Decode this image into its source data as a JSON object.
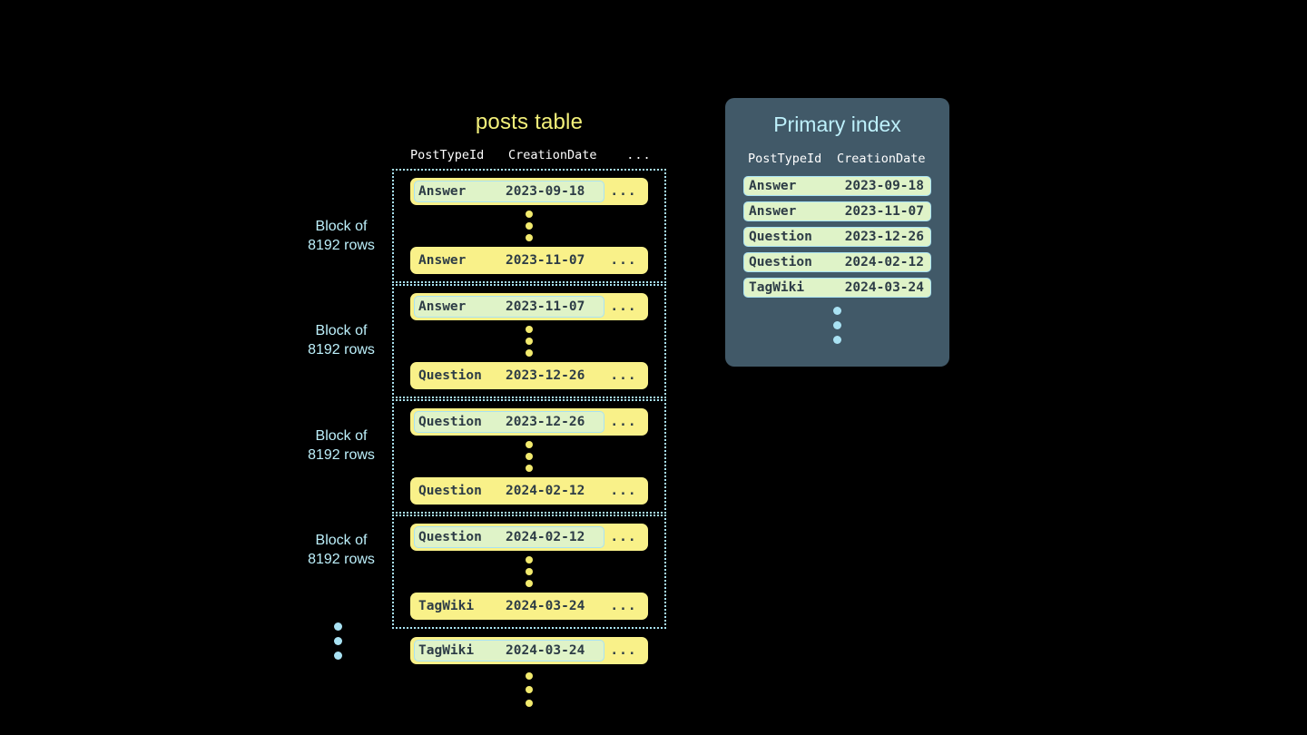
{
  "posts_table": {
    "title": "posts table",
    "columns": [
      "PostTypeId",
      "CreationDate",
      "..."
    ],
    "ellipsis_cell": "...",
    "blocks": [
      {
        "label_line1": "Block of",
        "label_line2": "8192 rows",
        "first_row": {
          "post_type_id": "Answer",
          "creation_date": "2023-09-18",
          "more": "..."
        },
        "last_row": {
          "post_type_id": "Answer",
          "creation_date": "2023-11-07",
          "more": "..."
        }
      },
      {
        "label_line1": "Block of",
        "label_line2": "8192 rows",
        "first_row": {
          "post_type_id": "Answer",
          "creation_date": "2023-11-07",
          "more": "..."
        },
        "last_row": {
          "post_type_id": "Question",
          "creation_date": "2023-12-26",
          "more": "..."
        }
      },
      {
        "label_line1": "Block of",
        "label_line2": "8192 rows",
        "first_row": {
          "post_type_id": "Question",
          "creation_date": "2023-12-26",
          "more": "..."
        },
        "last_row": {
          "post_type_id": "Question",
          "creation_date": "2024-02-12",
          "more": "..."
        }
      },
      {
        "label_line1": "Block of",
        "label_line2": "8192 rows",
        "first_row": {
          "post_type_id": "Question",
          "creation_date": "2024-02-12",
          "more": "..."
        },
        "last_row": {
          "post_type_id": "TagWiki",
          "creation_date": "2024-03-24",
          "more": "..."
        }
      }
    ],
    "trailing_row": {
      "post_type_id": "TagWiki",
      "creation_date": "2024-03-24",
      "more": "..."
    }
  },
  "primary_index": {
    "title": "Primary index",
    "columns": [
      "PostTypeId",
      "CreationDate"
    ],
    "rows": [
      {
        "post_type_id": "Answer",
        "creation_date": "2023-09-18"
      },
      {
        "post_type_id": "Answer",
        "creation_date": "2023-11-07"
      },
      {
        "post_type_id": "Question",
        "creation_date": "2023-12-26"
      },
      {
        "post_type_id": "Question",
        "creation_date": "2024-02-12"
      },
      {
        "post_type_id": "TagWiki",
        "creation_date": "2024-03-24"
      }
    ]
  },
  "colors": {
    "background": "#000000",
    "row_yellow": "#f9f189",
    "highlight_green": "#dff3c8",
    "accent_blue": "#a9e2f3",
    "title_yellow": "#f3f07a",
    "panel_slate": "#415968",
    "text_dark": "#2d3c46"
  }
}
